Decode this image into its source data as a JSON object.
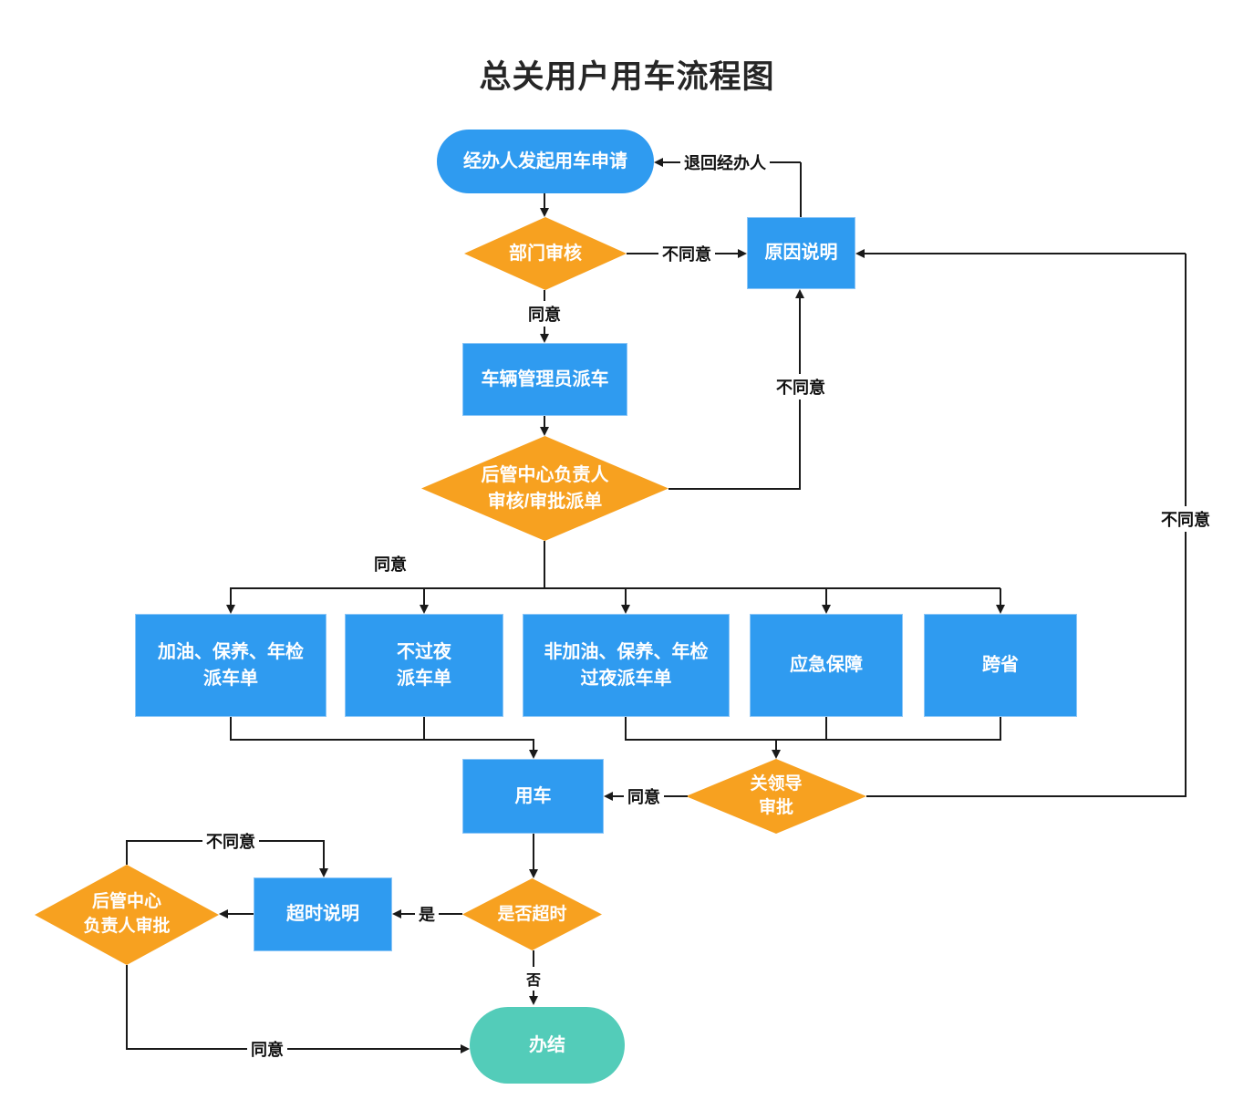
{
  "title": "总关用户用车流程图",
  "colors": {
    "node_blue": "#2f9bf0",
    "node_orange": "#f7a120",
    "node_teal": "#53ccb9",
    "line": "#1a1a1a"
  },
  "nodes": {
    "start": {
      "label": "经办人发起用车申请",
      "type": "start"
    },
    "dept_review": {
      "label": "部门审核",
      "type": "decision"
    },
    "reason": {
      "label": "原因说明",
      "type": "process"
    },
    "dispatch": {
      "label": "车辆管理员派车",
      "type": "process"
    },
    "center_review": {
      "label": "后管中心负责人\n审核/审批派单",
      "type": "decision"
    },
    "order_fuel": {
      "label": "加油、保养、年检\n派车单",
      "type": "process"
    },
    "order_no_overnight": {
      "label": "不过夜\n派车单",
      "type": "process"
    },
    "order_overnight": {
      "label": "非加油、保养、年检\n过夜派车单",
      "type": "process"
    },
    "emergency": {
      "label": "应急保障",
      "type": "process"
    },
    "cross_province": {
      "label": "跨省",
      "type": "process"
    },
    "use_car": {
      "label": "用车",
      "type": "process"
    },
    "leader_approval": {
      "label": "关领导\n审批",
      "type": "decision"
    },
    "overtime_check": {
      "label": "是否超时",
      "type": "decision"
    },
    "overtime_note": {
      "label": "超时说明",
      "type": "process"
    },
    "center_approval": {
      "label": "后管中心\n负责人审批",
      "type": "decision"
    },
    "done": {
      "label": "办结",
      "type": "end"
    }
  },
  "edge_labels": {
    "return_to_agent": "退回经办人",
    "disagree_dept": "不同意",
    "agree_dept": "同意",
    "disagree_center": "不同意",
    "agree_center": "同意",
    "agree_leader": "同意",
    "disagree_leader": "不同意",
    "yes": "是",
    "no": "否",
    "disagree_center2": "不同意",
    "agree_center2": "同意"
  }
}
